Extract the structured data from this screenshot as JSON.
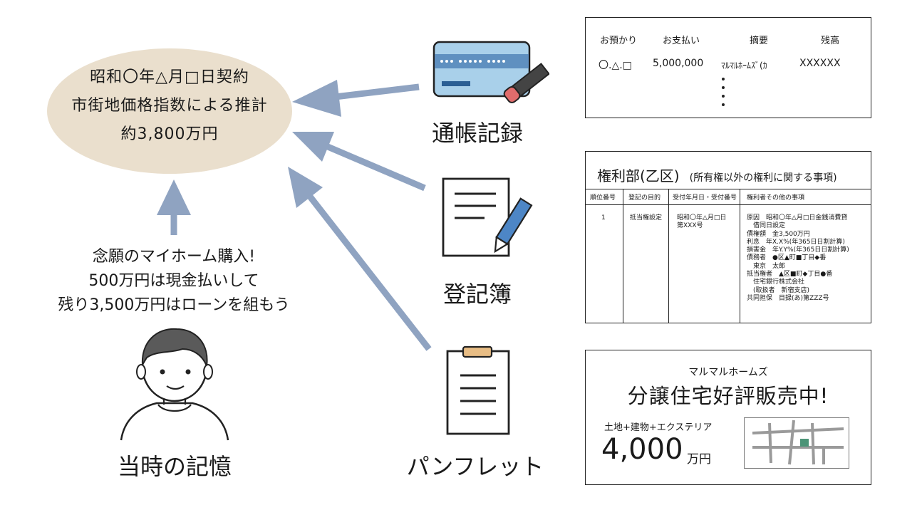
{
  "estimate": {
    "line1": "昭和〇年△月□日契約",
    "line2": "市街地価格指数による推計",
    "line3": "約3,800万円"
  },
  "memory": {
    "line1": "念願のマイホーム購入!",
    "line2": "500万円は現金払いして",
    "line3": "残り3,500万円はローンを組もう",
    "label": "当時の記憶"
  },
  "sources": {
    "passbook_label": "通帳記録",
    "registry_label": "登記簿",
    "pamphlet_label": "パンフレット"
  },
  "passbook": {
    "headers": [
      "お預かり",
      "お支払い",
      "摘要",
      "残高"
    ],
    "row": [
      "〇.△.□",
      "5,000,000",
      "ﾏﾙﾏﾙﾎｰﾑｽﾞ(ｶ",
      "XXXXXX"
    ]
  },
  "registry": {
    "title": "権利部(乙区)",
    "subtitle": "(所有権以外の権利に関する事項)",
    "headers": [
      "順位番号",
      "登記の目的",
      "受付年月日・受付番号",
      "権利者その他の事項"
    ],
    "rank": "1",
    "purpose": "抵当権設定",
    "receipt": "昭和〇年△月□日\n第XXX号",
    "details": "原因　昭和〇年△月□日金銭消費貸\n　借同日設定\n債権額　金3,500万円\n利息　年X.X%(年365日日割計算)\n損害金　年Y.Y%(年365日日割計算)\n債務者　●区▲町■丁目◆番\n　東京　太郎\n抵当権者　▲区■町◆丁目●番\n　住宅銀行株式会社\n　(取扱者　新宿支店)\n共同担保　目録(あ)第ZZZ号"
  },
  "pamphlet": {
    "brand": "マルマルホームズ",
    "headline": "分譲住宅好評販売中!",
    "sub": "土地+建物+エクステリア",
    "price": "4,000",
    "unit": "万円"
  },
  "colors": {
    "arrow": "#8fa3c1",
    "ellipse": "#eadfcd",
    "card": "#a9d0ea",
    "accent": "#e8bd85"
  }
}
